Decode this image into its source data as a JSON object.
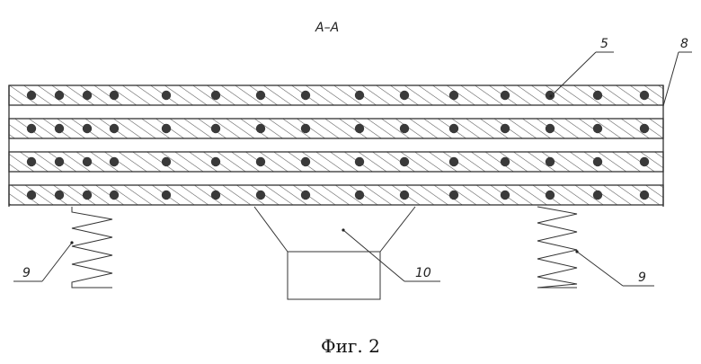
{
  "section_label": "A–A",
  "callouts": {
    "rod": "5",
    "frame": "8",
    "spring_left": "9",
    "spring_right": "9",
    "vibrator": "10"
  },
  "caption": "Фиг. 2",
  "layers": [
    {
      "name": "layer-1",
      "dots": 15
    },
    {
      "name": "layer-2",
      "dots": 15
    },
    {
      "name": "layer-3",
      "dots": 15
    },
    {
      "name": "layer-4",
      "dots": 15
    }
  ],
  "colors": {
    "line": "#333333",
    "dot": "#3a3a3a",
    "hatch": "#555555"
  }
}
